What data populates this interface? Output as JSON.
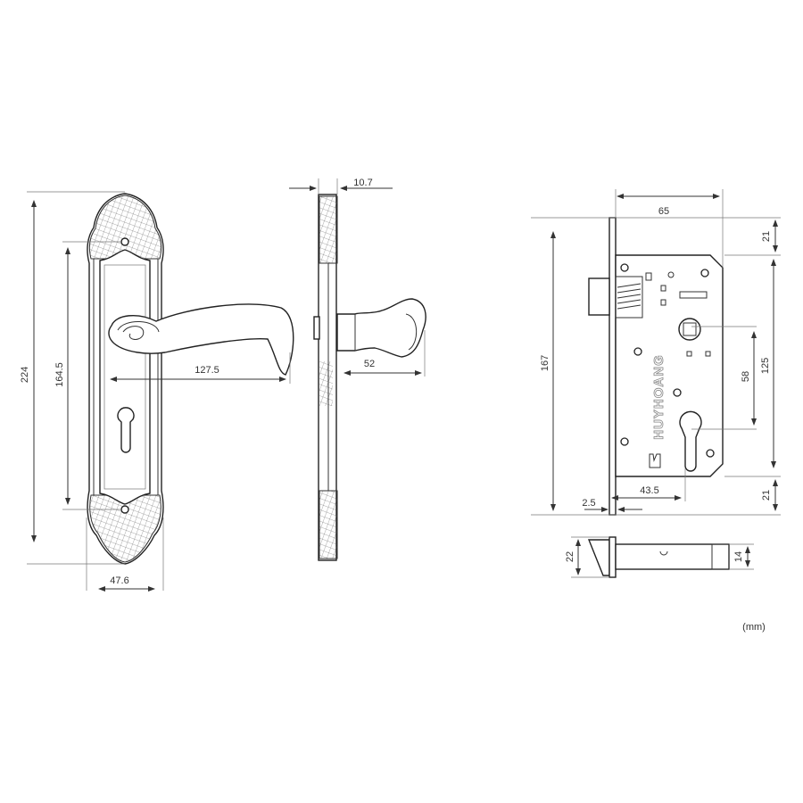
{
  "front_view": {
    "dim_total_height": "224",
    "dim_screw_spacing": "164.5",
    "dim_lever_length": "127.5",
    "dim_plate_width": "47.6"
  },
  "side_view": {
    "dim_plate_thickness": "10.7",
    "dim_projection": "52"
  },
  "lock_body": {
    "brand": "HUYHOANG",
    "dim_case_width": "65",
    "dim_top_offset": "21",
    "dim_case_height": "125",
    "dim_spindle_to_cylinder": "58",
    "dim_bottom_offset": "21",
    "dim_faceplate_height": "167",
    "dim_backset": "43.5",
    "dim_faceplate_thickness": "2.5",
    "dim_faceplate_width": "22",
    "dim_case_thickness": "14"
  },
  "unit_label": "(mm)"
}
